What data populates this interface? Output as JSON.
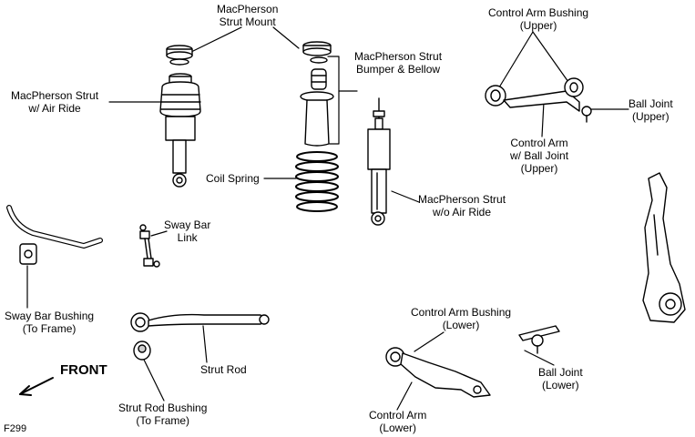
{
  "labels": {
    "strut_mount": [
      "MacPherson",
      "Strut Mount"
    ],
    "strut_air": [
      "MacPherson Strut",
      "w/ Air Ride"
    ],
    "bumper_bellow": [
      "MacPherson Strut",
      "Bumper & Bellow"
    ],
    "coil_spring": "Coil Spring",
    "strut_no_air": [
      "MacPherson Strut",
      "w/o Air Ride"
    ],
    "ca_bushing_upper": [
      "Control Arm Bushing",
      "(Upper)"
    ],
    "ball_joint_upper": [
      "Ball Joint",
      "(Upper)"
    ],
    "control_arm_upper": [
      "Control Arm",
      "w/ Ball Joint",
      "(Upper)"
    ],
    "sway_bar_link": [
      "Sway Bar",
      "Link"
    ],
    "sway_bar_bushing": [
      "Sway Bar Bushing",
      "(To Frame)"
    ],
    "strut_rod": "Strut Rod",
    "strut_rod_bushing": [
      "Strut Rod Bushing",
      "(To Frame)"
    ],
    "ca_bushing_lower": [
      "Control Arm Bushing",
      "(Lower)"
    ],
    "ball_joint_lower": [
      "Ball Joint",
      "(Lower)"
    ],
    "control_arm_lower": [
      "Control Arm",
      "(Lower)"
    ],
    "front": "FRONT",
    "figure_id": "F299"
  },
  "colors": {
    "ink": "#000000",
    "paper": "#ffffff",
    "shade": "#cfcfcf"
  }
}
